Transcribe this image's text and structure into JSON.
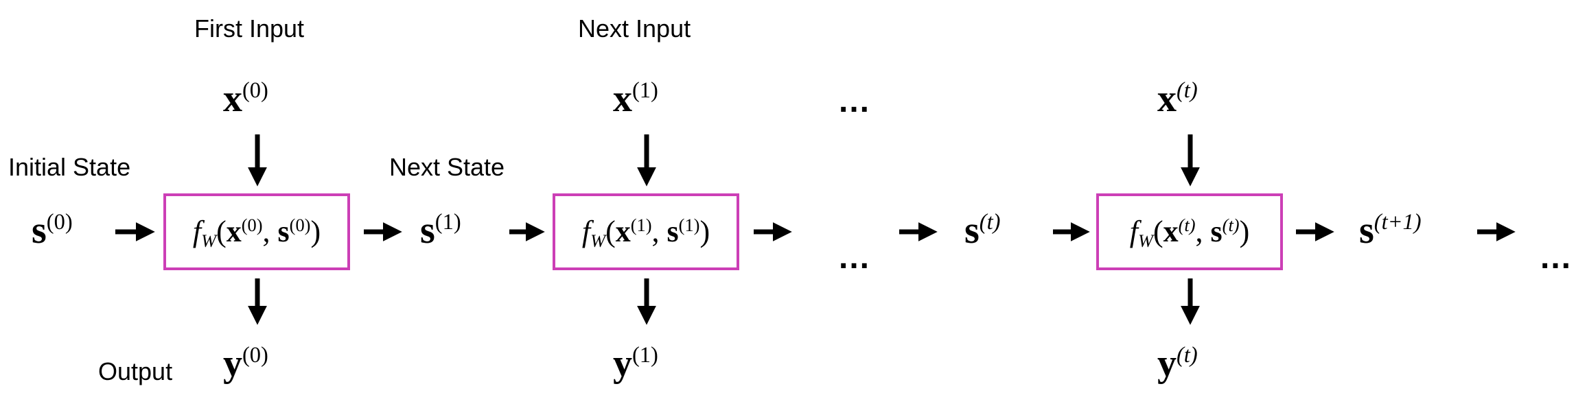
{
  "labels": {
    "first_input": "First Input",
    "next_input": "Next Input",
    "initial_state": "Initial State",
    "next_state": "Next State",
    "output": "Output"
  },
  "ellipsis": "...",
  "box_color": "#cc3fb6",
  "cells": [
    {
      "input": {
        "var": "x",
        "idx": "(0)"
      },
      "func": {
        "f": "f",
        "sub": "W",
        "x": "x",
        "xi": "(0)",
        "s": "s",
        "si": "(0)"
      },
      "output": {
        "var": "y",
        "idx": "(0)"
      }
    },
    {
      "input": {
        "var": "x",
        "idx": "(1)"
      },
      "func": {
        "f": "f",
        "sub": "W",
        "x": "x",
        "xi": "(1)",
        "s": "s",
        "si": "(1)"
      },
      "output": {
        "var": "y",
        "idx": "(1)"
      }
    },
    {
      "input": {
        "var": "x",
        "idx": "(t)"
      },
      "func": {
        "f": "f",
        "sub": "W",
        "x": "x",
        "xi": "(t)",
        "s": "s",
        "si": "(t)"
      },
      "output": {
        "var": "y",
        "idx": "(t)"
      }
    }
  ],
  "states": [
    {
      "var": "s",
      "idx": "(0)"
    },
    {
      "var": "s",
      "idx": "(1)"
    },
    {
      "var": "s",
      "idx": "(t)"
    },
    {
      "var": "s",
      "idx": "(t+1)"
    }
  ]
}
